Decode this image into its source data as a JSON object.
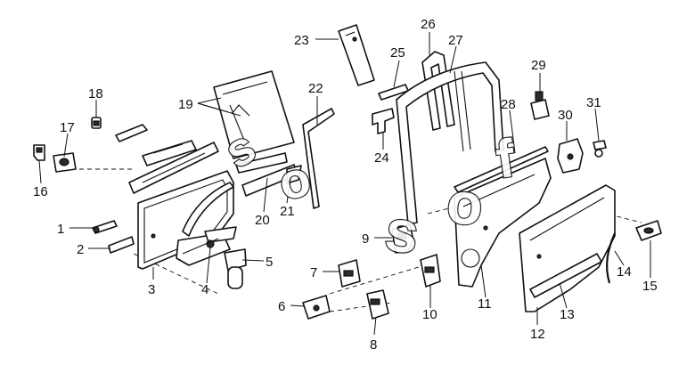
{
  "diagram": {
    "watermark": "soft",
    "callouts": [
      {
        "id": "1",
        "text": "1"
      },
      {
        "id": "2",
        "text": "2"
      },
      {
        "id": "3",
        "text": "3"
      },
      {
        "id": "4",
        "text": "4"
      },
      {
        "id": "5",
        "text": "5"
      },
      {
        "id": "6",
        "text": "6"
      },
      {
        "id": "7",
        "text": "7"
      },
      {
        "id": "8",
        "text": "8"
      },
      {
        "id": "9",
        "text": "9"
      },
      {
        "id": "10",
        "text": "10"
      },
      {
        "id": "11",
        "text": "11"
      },
      {
        "id": "12",
        "text": "12"
      },
      {
        "id": "13",
        "text": "13"
      },
      {
        "id": "14",
        "text": "14"
      },
      {
        "id": "15",
        "text": "15"
      },
      {
        "id": "16",
        "text": "16"
      },
      {
        "id": "17",
        "text": "17"
      },
      {
        "id": "18",
        "text": "18"
      },
      {
        "id": "19",
        "text": "19"
      },
      {
        "id": "20",
        "text": "20"
      },
      {
        "id": "21",
        "text": "21"
      },
      {
        "id": "22",
        "text": "22"
      },
      {
        "id": "23",
        "text": "23"
      },
      {
        "id": "24",
        "text": "24"
      },
      {
        "id": "25",
        "text": "25"
      },
      {
        "id": "26",
        "text": "26"
      },
      {
        "id": "27",
        "text": "27"
      },
      {
        "id": "28",
        "text": "28"
      },
      {
        "id": "29",
        "text": "29"
      },
      {
        "id": "30",
        "text": "30"
      },
      {
        "id": "31",
        "text": "31"
      }
    ]
  }
}
